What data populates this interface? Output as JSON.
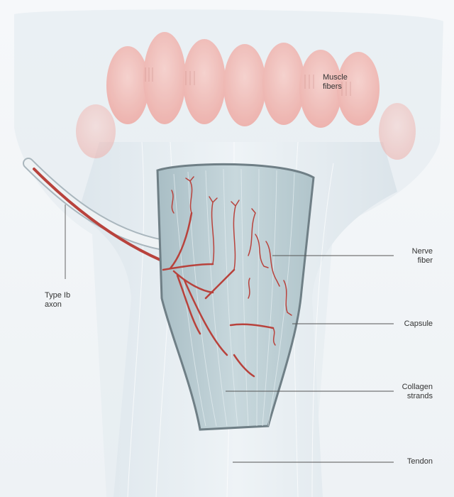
{
  "labels": {
    "muscle_fibers": "Muscle\nfibers",
    "nerve_fiber": "Nerve\nfiber",
    "type_ib_axon": "Type Ib\naxon",
    "capsule": "Capsule",
    "collagen_strands": "Collagen\nstrands",
    "tendon": "Tendon"
  },
  "colors": {
    "background": "#f3f6f8",
    "muscle": "#f2b5b0",
    "capsule_fill": "#b8ccd2",
    "capsule_edge": "#6f7f86",
    "nerve": "#b8423c",
    "leader_line": "#555555"
  }
}
